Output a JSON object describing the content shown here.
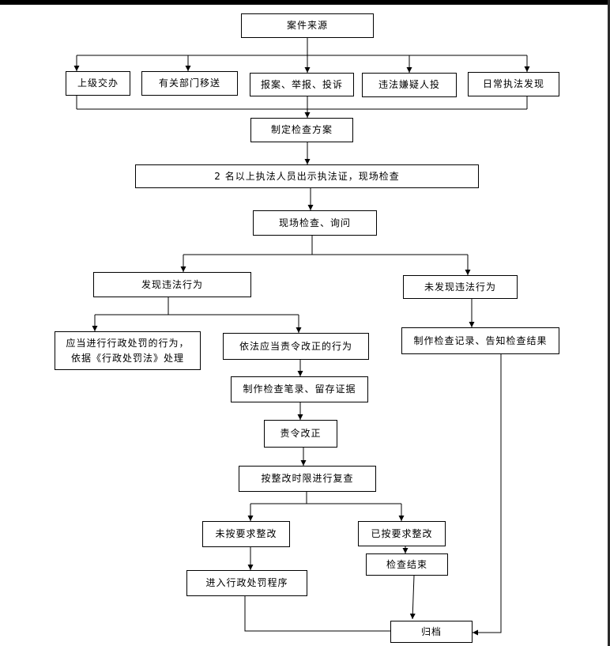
{
  "flowchart": {
    "case_source": "案件来源",
    "sources": {
      "superior": "上级交办",
      "transfer": "有关部门移送",
      "report": "报案、举报、投诉",
      "suspect_confession": "违法嫌疑人投",
      "routine_discovery": "日常执法发现"
    },
    "make_plan": "制定检查方案",
    "two_officers": "2 名以上执法人员出示执法证，现场检查",
    "onsite_inquiry": "现场检查、询问",
    "violation_found": "发现违法行为",
    "no_violation": "未发现违法行为",
    "admin_penalty_line1": "应当进行行政处罚的行为，",
    "admin_penalty_line2": "依据《行政处罚法》处理",
    "order_correction": "依法应当责令改正的行为",
    "record_notify": "制作检查记录、告知检查结果",
    "record_evidence": "制作检查笔录、留存证据",
    "order_rectify": "责令改正",
    "review": "按整改时限进行复查",
    "not_rectified": "未按要求整改",
    "rectified": "已按要求整改",
    "enter_penalty": "进入行政处罚程序",
    "check_end": "检查结束",
    "archive": "归档"
  }
}
